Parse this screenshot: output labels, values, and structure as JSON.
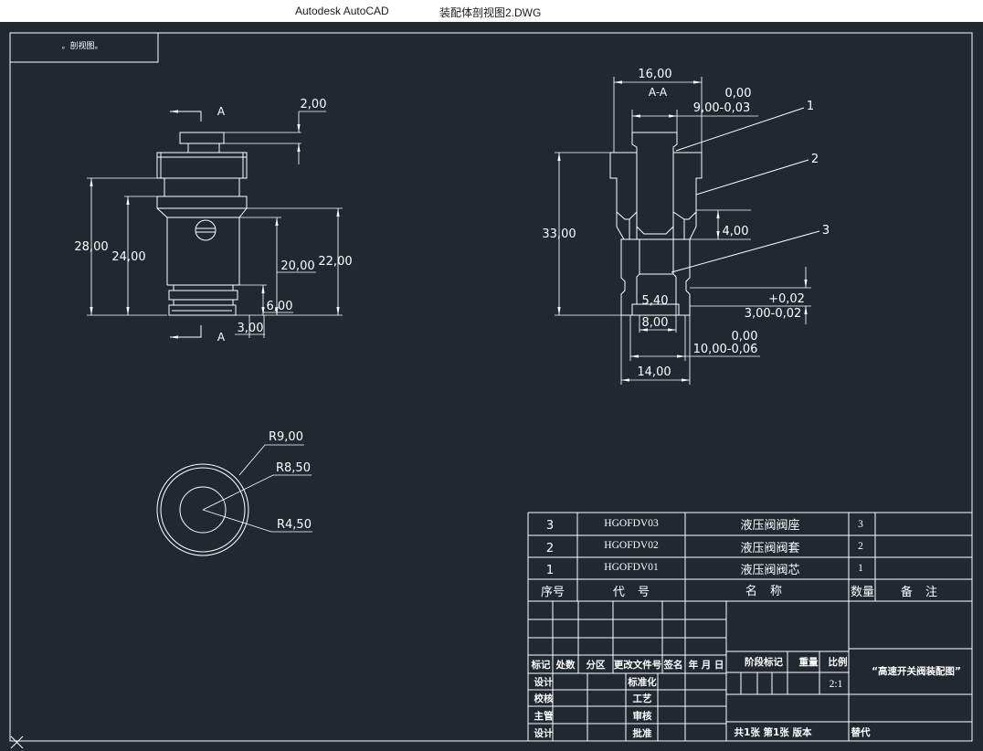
{
  "window": {
    "app_name": "Autodesk AutoCAD",
    "file_name": "装配体剖视图2.DWG"
  },
  "colors": {
    "titlebar_bg": "#ffffff",
    "canvas_bg": "#212830",
    "drawing_lines": "#ffffff"
  },
  "title_box": {
    "label": "。剖视图。"
  },
  "front_view": {
    "section_mark_top": "A",
    "section_mark_bottom": "A",
    "dim_cap_thickness": "2,00",
    "dim_overall_height": "28,00",
    "dim_body_height": "24,00",
    "dim_20": "20,00",
    "dim_22": "22,00",
    "dim_6": "6,00",
    "dim_3": "3,00"
  },
  "section_view": {
    "title": "A-A",
    "dim_width": "16,00",
    "dim_bore_upper_dev": "0,00",
    "dim_bore": "9,00-0,03",
    "dim_height": "33,00",
    "dim_4": "4,00",
    "dim_5_40": "5,40",
    "dim_3_upper_dev": "+0,02",
    "dim_3": "3,00-0,02",
    "dim_8": "8,00",
    "dim_10_upper_dev": "0,00",
    "dim_10": "10,00-0,06",
    "dim_14": "14,00",
    "balloons": [
      "1",
      "2",
      "3"
    ]
  },
  "top_view": {
    "radii": [
      "R9,00",
      "R8,50",
      "R4,50"
    ]
  },
  "bom": {
    "header": {
      "no": "序号",
      "code": "代 号",
      "name": "名 称",
      "qty": "数量",
      "note": "备 注"
    },
    "rows": [
      {
        "no": "3",
        "code": "HGOFDV03",
        "name": "液压阀阀座",
        "qty": "3",
        "note": ""
      },
      {
        "no": "2",
        "code": "HGOFDV02",
        "name": "液压阀阀套",
        "qty": "2",
        "note": ""
      },
      {
        "no": "1",
        "code": "HGOFDV01",
        "name": "液压阀阀芯",
        "qty": "1",
        "note": ""
      }
    ]
  },
  "title_block": {
    "rev_headers": [
      "标记",
      "处数",
      "分区",
      "更改文件号",
      "签名",
      "年 月 日"
    ],
    "sign_rows": [
      {
        "left": "设计",
        "right": "标准化"
      },
      {
        "left": "校核",
        "right": "工艺"
      },
      {
        "left": "主管",
        "right": "审核"
      },
      {
        "left": "设计",
        "right": "批准"
      }
    ],
    "stage_mark": "阶段标记",
    "weight": "重量",
    "scale_label": "比例",
    "scale_value": "2:1",
    "sheet_info": "共1张  第1张 版本",
    "replaces": "替代",
    "drawing_title": "“高速开关阀装配图”"
  }
}
